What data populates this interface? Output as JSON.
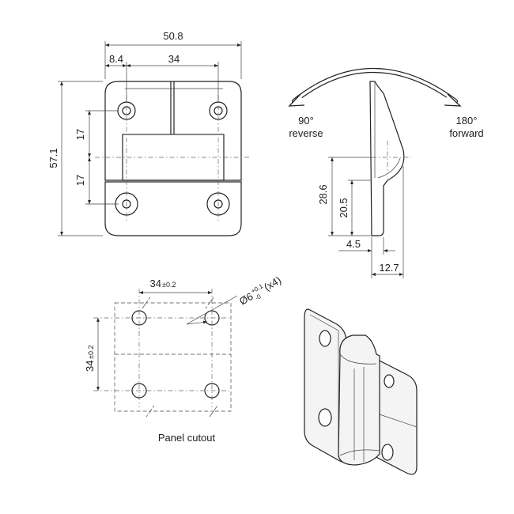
{
  "front_view": {
    "overall_width": "50.8",
    "left_offset": "8.4",
    "hole_spacing_width": "34",
    "overall_height": "57.1",
    "upper_height": "17",
    "lower_height": "17"
  },
  "side_view": {
    "reverse_angle": "90°",
    "reverse_label": "reverse",
    "forward_angle": "180°",
    "forward_label": "forward",
    "height_outer": "28.6",
    "height_inner": "20.5",
    "thickness": "4.5",
    "depth": "12.7"
  },
  "cutout": {
    "hole_spacing_x": "34",
    "hole_spacing_x_tol": "±0.2",
    "hole_spacing_y": "34",
    "hole_spacing_y_tol": "±0.2",
    "hole_symbol": "Ø6",
    "hole_tol_upper": "+0.1",
    "hole_tol_lower": "-0",
    "hole_count": "(x4)",
    "caption": "Panel cutout"
  }
}
